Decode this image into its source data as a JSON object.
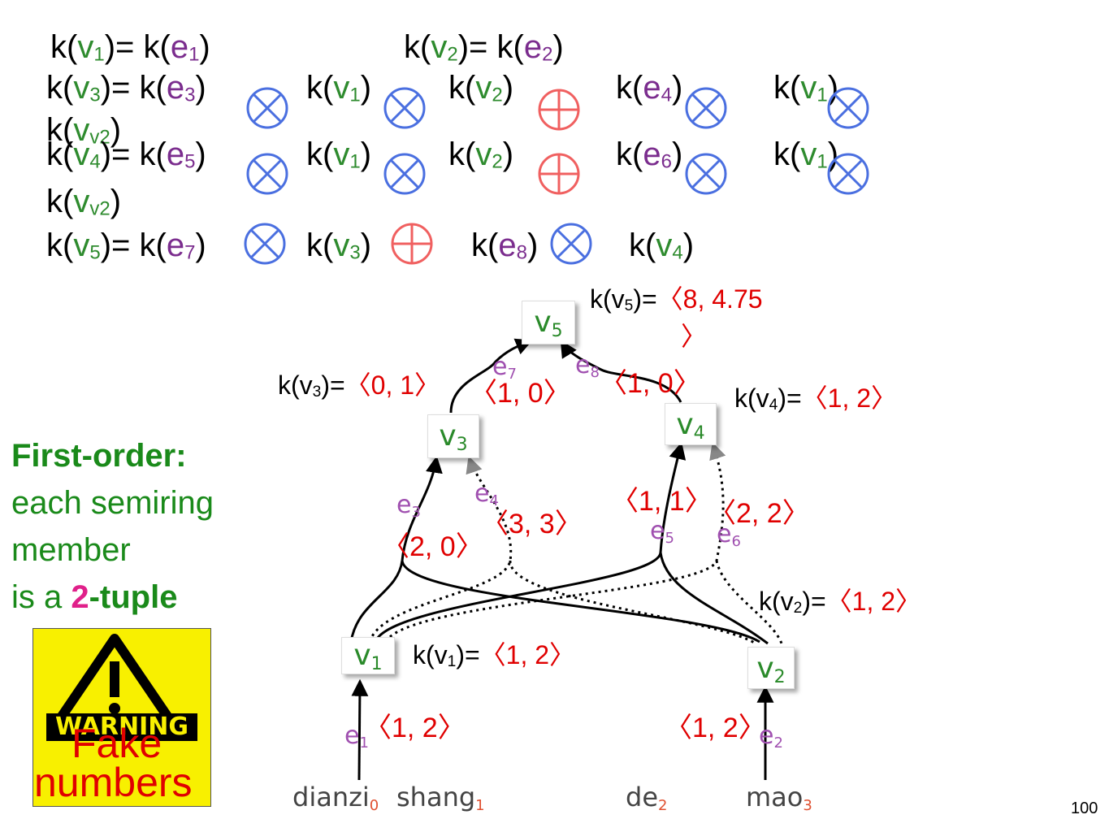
{
  "equations": {
    "row1": [
      {
        "lhs_v": "1",
        "rhs_e": "1"
      },
      {
        "lhs_v": "2",
        "rhs_e": "2"
      }
    ],
    "row2": {
      "lhs_v": "3",
      "rhs_e": "3",
      "terms": [
        "v1",
        "v2",
        "e4",
        "v1"
      ],
      "wrap": "v2"
    },
    "row3": {
      "lhs_v": "4",
      "rhs_e": "5",
      "terms": [
        "v1",
        "v2",
        "e6",
        "v1"
      ],
      "wrap": "v2"
    },
    "row4": {
      "lhs_v": "5",
      "rhs_e": "7",
      "terms": [
        "v3",
        "e8",
        "v4"
      ]
    }
  },
  "text": {
    "k": "k(",
    "close": ")",
    "eqsign": ")= k(",
    "v": "v",
    "e": "e"
  },
  "nodes": {
    "v1": {
      "label": "v",
      "sub": "1"
    },
    "v2": {
      "label": "v",
      "sub": "2"
    },
    "v3": {
      "label": "v",
      "sub": "3"
    },
    "v4": {
      "label": "v",
      "sub": "4"
    },
    "v5": {
      "label": "v",
      "sub": "5"
    }
  },
  "edges": {
    "e1": "1",
    "e2": "2",
    "e3": "3",
    "e4": "4",
    "e5": "5",
    "e6": "6",
    "e7": "7",
    "e8": "8"
  },
  "node_values": {
    "v1": {
      "prefix": "k(v",
      "sub": "1",
      "mid": ")=",
      "tuple": "〈1, 2〉"
    },
    "v2": {
      "prefix": "k(v",
      "sub": "2",
      "mid": ")=",
      "tuple": "〈1, 2〉"
    },
    "v3": {
      "prefix": "k(v",
      "sub": "3",
      "mid": ")=",
      "tuple": "〈0, 1〉"
    },
    "v4": {
      "prefix": "k(v",
      "sub": "4",
      "mid": ")=",
      "tuple": "〈1, 2〉"
    },
    "v5": {
      "prefix": "k(v",
      "sub": "5",
      "mid": ")=",
      "tuple_a": "〈8, 4.75",
      "tuple_b": "〉"
    }
  },
  "edge_weights": {
    "e1": "〈1, 2〉",
    "e2": "〈1, 2〉",
    "e3": "〈2, 0〉",
    "e4": "〈3, 3〉",
    "e5": "〈1, 1〉",
    "e6": "〈2, 2〉",
    "e7": "〈1, 0〉",
    "e8": "〈1, 0〉"
  },
  "words": [
    {
      "word": "dianzi",
      "idx": "0"
    },
    {
      "word": "shang",
      "idx": "1"
    },
    {
      "word": "de",
      "idx": "2"
    },
    {
      "word": "mao",
      "idx": "3"
    }
  ],
  "first_order": {
    "title": "First-order:",
    "line2": "each semiring",
    "line3": "member",
    "line4_a": "is a ",
    "line4_b": "2",
    "line4_c": "-tuple"
  },
  "warning": {
    "sign": "WARNING",
    "overlay1": "Fake",
    "overlay2": "numbers"
  },
  "page_number": "100",
  "colors": {
    "otimes": "#4a6fe0",
    "oplus": "#f06060",
    "tuple": "#e00000",
    "node_text": "#2a8a2a",
    "edge_text": "#a050b0",
    "first_order": "#1a8a1a",
    "warning_bg": "#f8f000"
  }
}
